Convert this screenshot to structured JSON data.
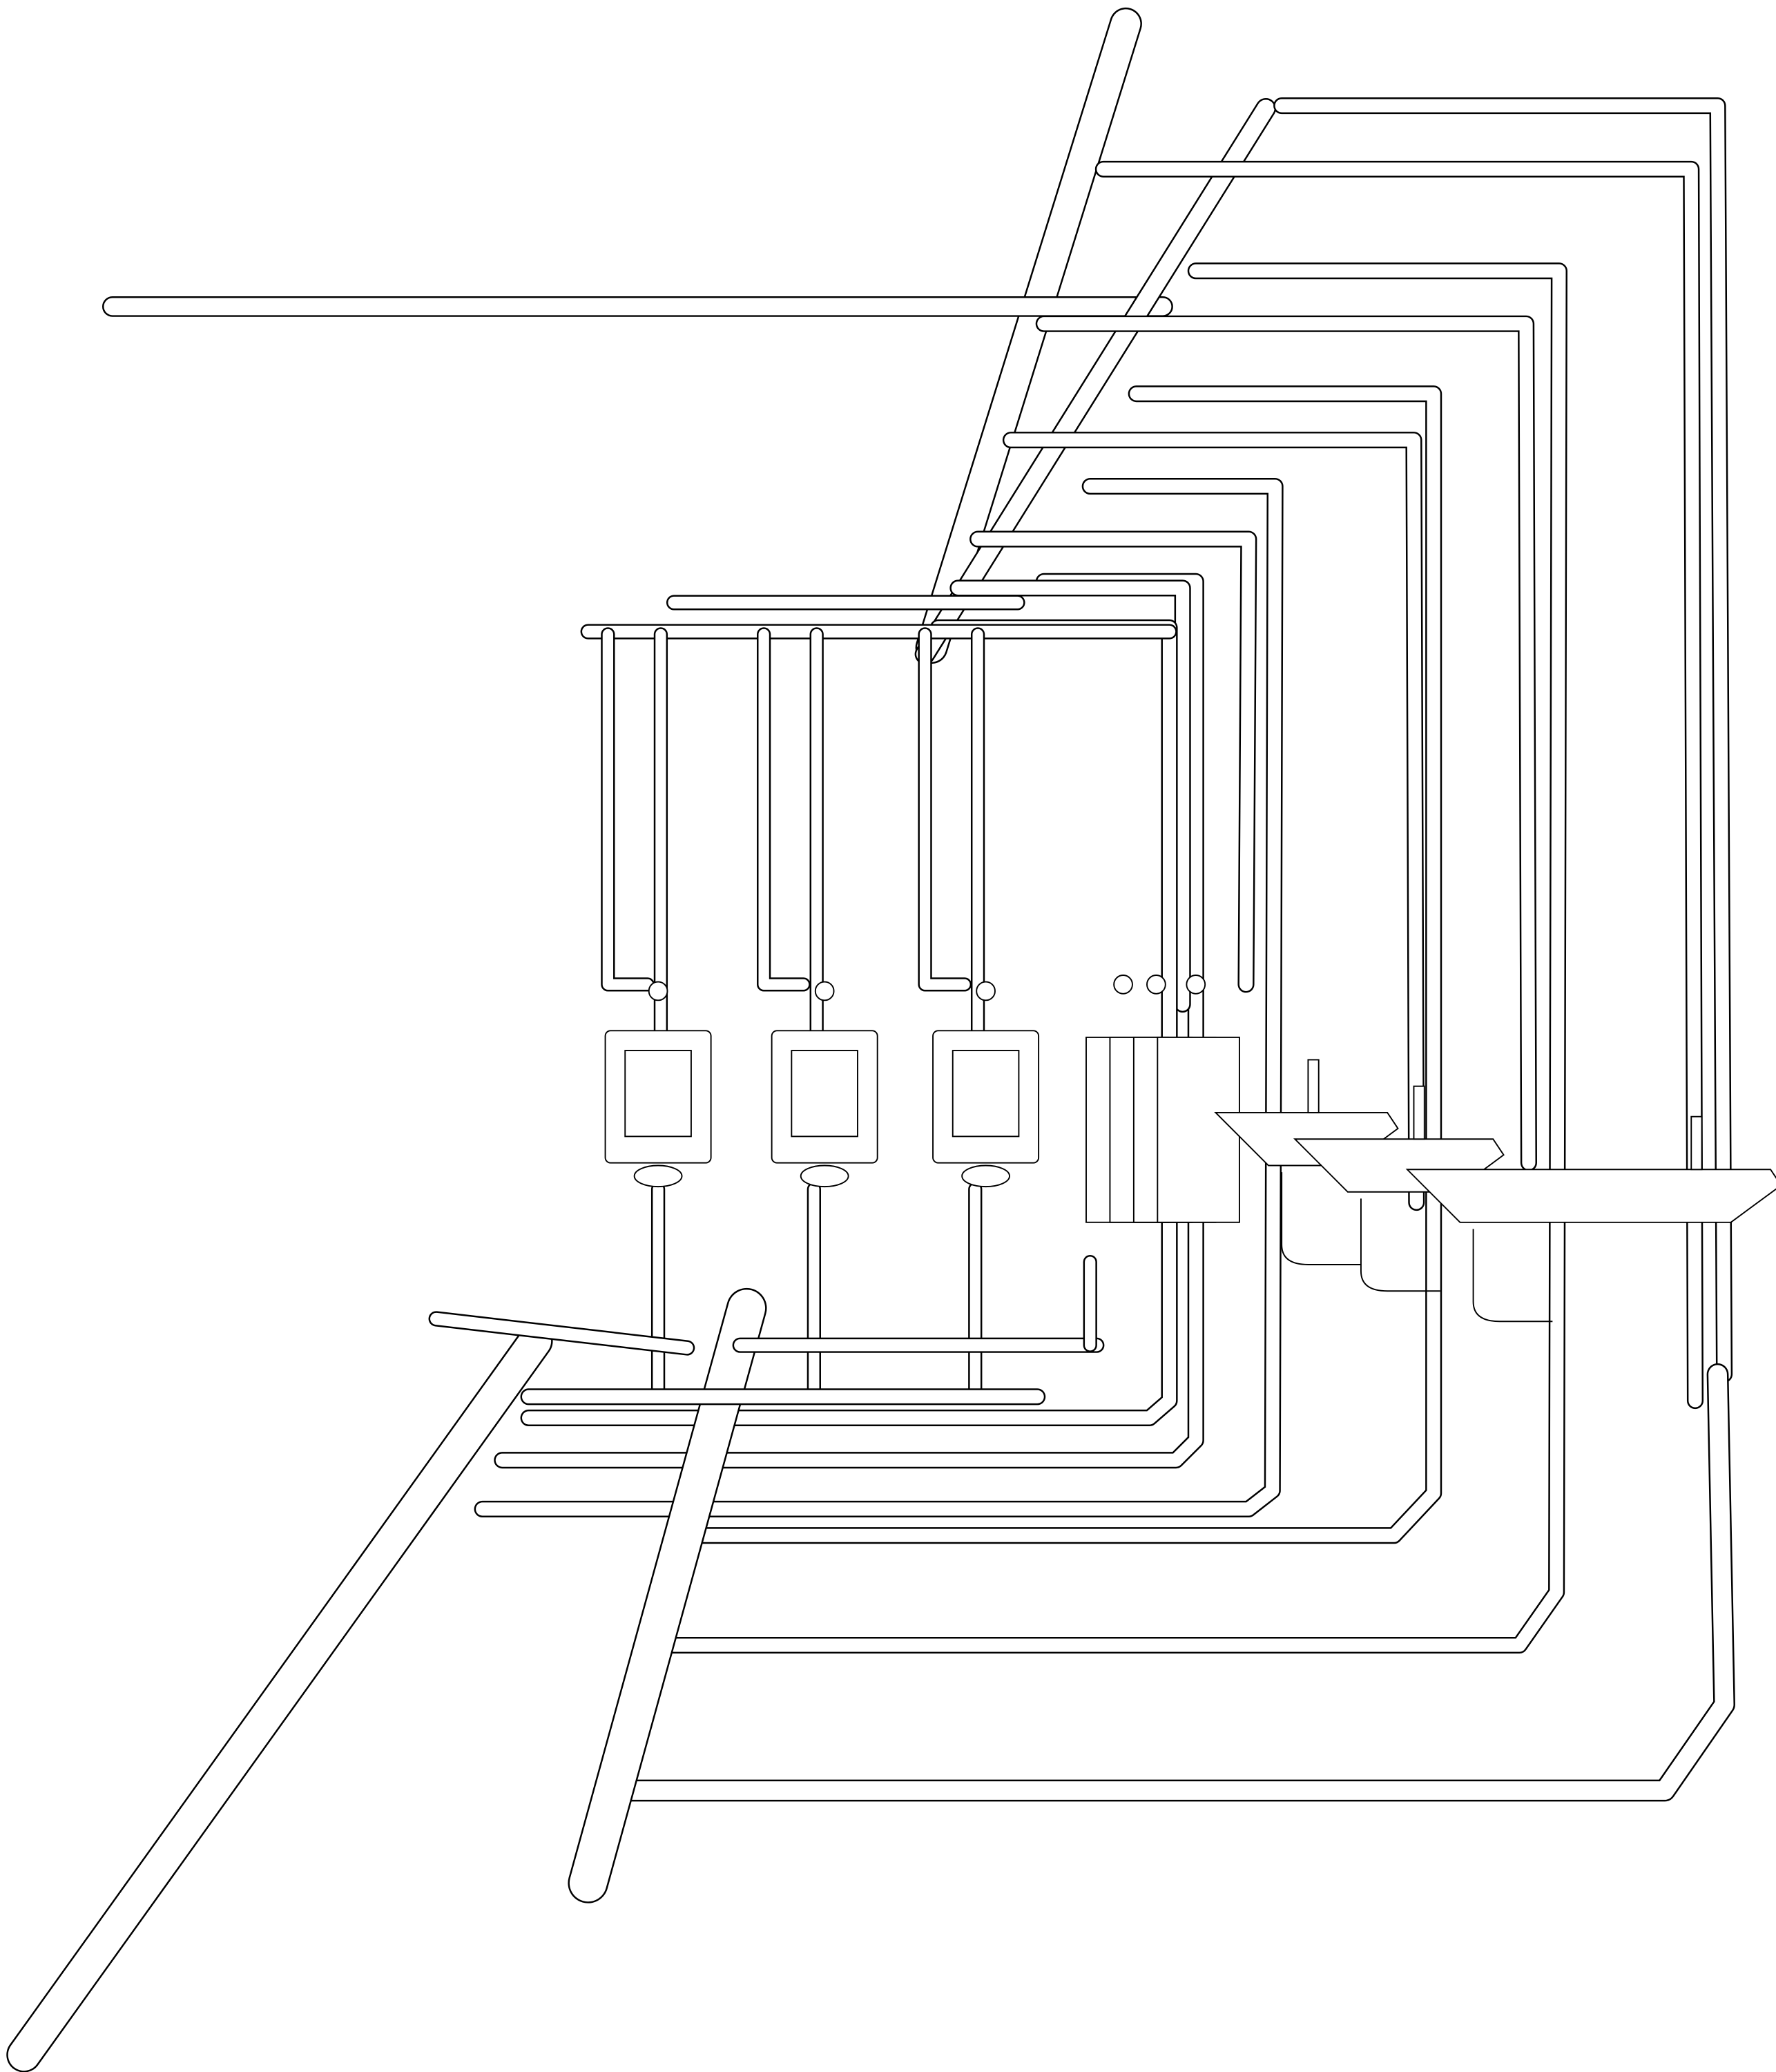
{
  "diagram": {
    "kind": "isometric plumbing riser",
    "fixtures": {
      "urinals_front": 3,
      "urinals_side": 3,
      "lavatory_sinks": 3
    }
  },
  "colors": {
    "line": "#000000",
    "pipe_fill": "#ffffff",
    "background": "#ffffff"
  }
}
